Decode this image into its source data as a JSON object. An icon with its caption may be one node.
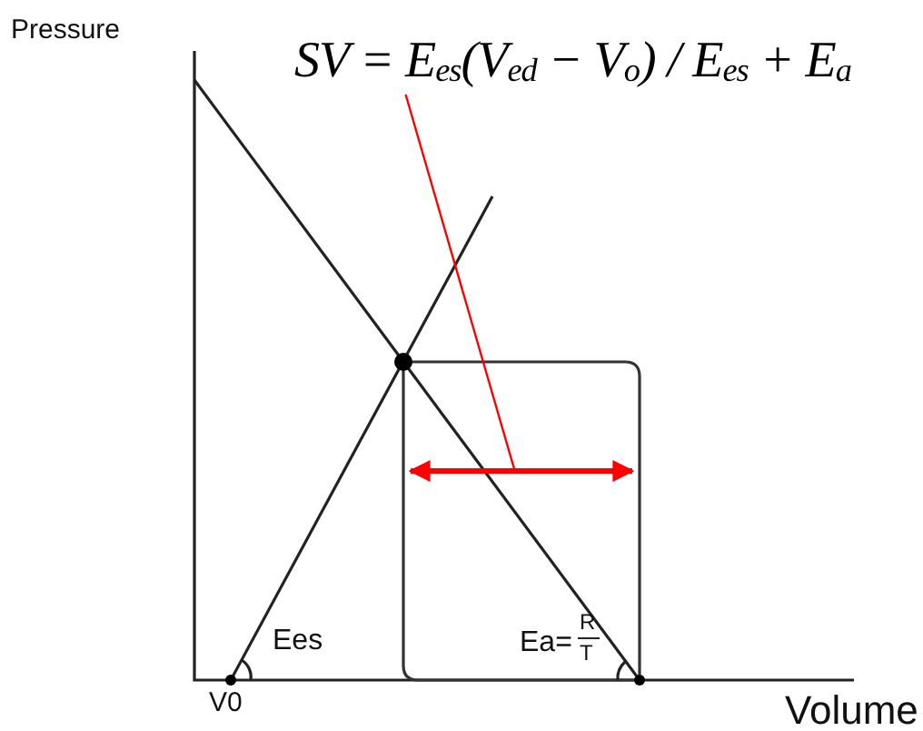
{
  "diagram": {
    "nodes": [
      {
        "text": [
          "SV = E$_{es}$(V$_{ed}$ − V$_{o}$) / E$_{es}$ + E$_{a}$"
        ]
      },
      {
        "text": [],
        "shape": "bar"
      }
    ],
    "edges": [
      {
        "from": 0,
        "to": 1,
        "arrow": "none",
        "color": "#ff0000"
      }
    ],
    "labels": [
      "Pressure",
      "Ees",
      "Ea=",
      "R",
      "T",
      "V0",
      "Volume"
    ]
  }
}
